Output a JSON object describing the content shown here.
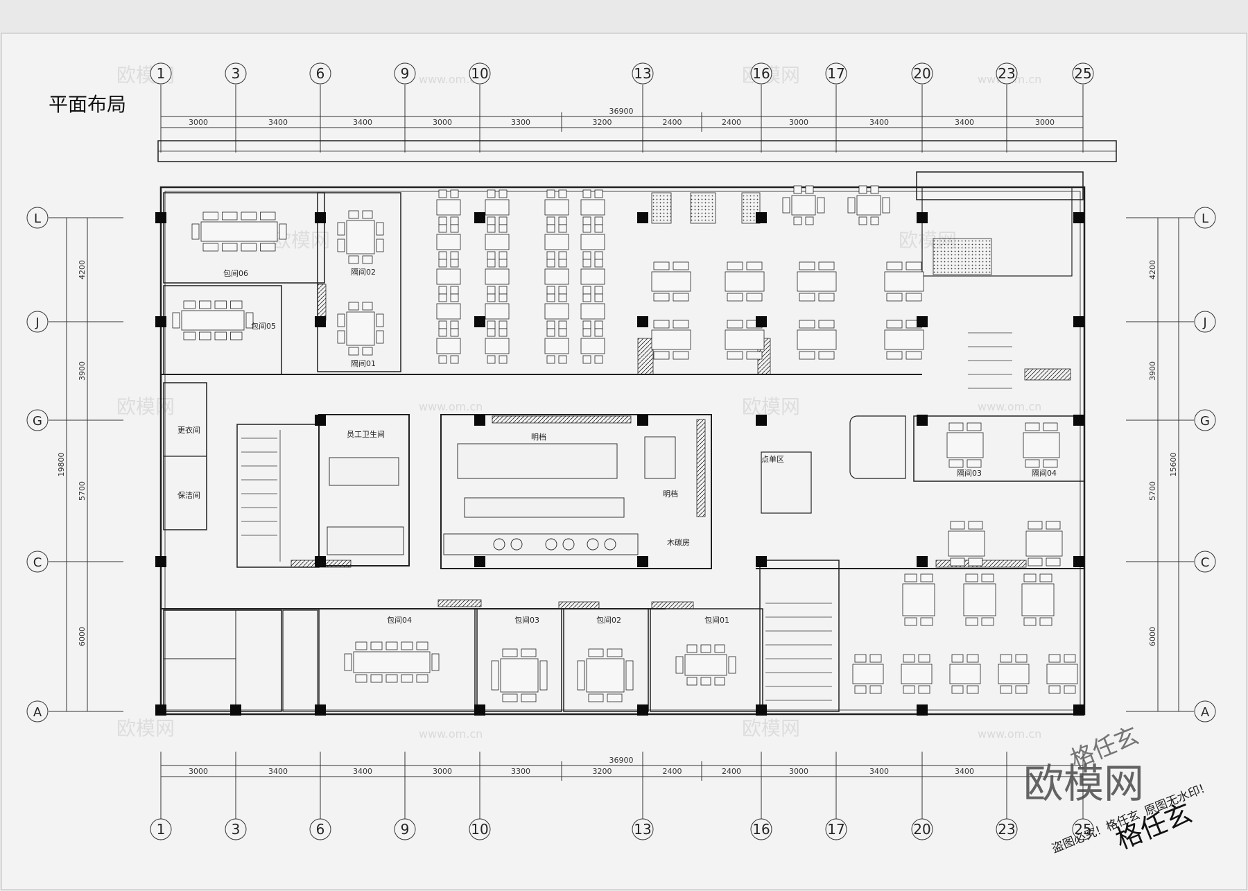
{
  "title": "平面布局",
  "grid": {
    "columns": [
      "1",
      "3",
      "6",
      "9",
      "10",
      "13",
      "16",
      "17",
      "20",
      "23",
      "25"
    ],
    "rows": [
      "L",
      "J",
      "G",
      "C",
      "A"
    ],
    "top_spacings": [
      "3000",
      "3400",
      "3400",
      "3000",
      "3300",
      "3200",
      "2400",
      "2400",
      "3000",
      "3400",
      "3400",
      "3000"
    ],
    "bottom_spacings": [
      "3000",
      "3400",
      "3400",
      "3000",
      "3300",
      "3200",
      "2400",
      "2400",
      "3000",
      "3400",
      "3400"
    ],
    "total_width": "36900",
    "left_spacings": [
      "4200",
      "3900",
      "5700",
      "6000"
    ],
    "left_total": "19800",
    "right_spacings": [
      "4200",
      "3900",
      "5700",
      "6000"
    ],
    "right_total": "15600"
  },
  "rooms": {
    "private_06": "包间06",
    "private_05": "包间05",
    "partition_02": "隔间02",
    "partition_01": "隔间01",
    "locker_room": "更衣间",
    "cleaning_room": "保洁间",
    "staff_toilet": "员工卫生间",
    "open_kitchen_1": "明档",
    "open_kitchen_2": "明档",
    "charcoal_room": "木碳房",
    "ordering_area": "点单区",
    "partition_03": "隔间03",
    "partition_04": "隔间04",
    "private_04": "包间04",
    "private_03": "包间03",
    "private_02": "包间02",
    "private_01": "包间01"
  },
  "watermarks": {
    "brand": "欧模网",
    "url": "www.om.cn",
    "line1": "盗图必究!",
    "line2": "格任玄",
    "line3": "原图无水印!",
    "stamp_top": "格任玄",
    "stamp_bottom": "格任玄"
  },
  "colors": {
    "paper": "#f3f3f3",
    "ink": "#1f1f1f",
    "column": "#0a0a0a"
  }
}
